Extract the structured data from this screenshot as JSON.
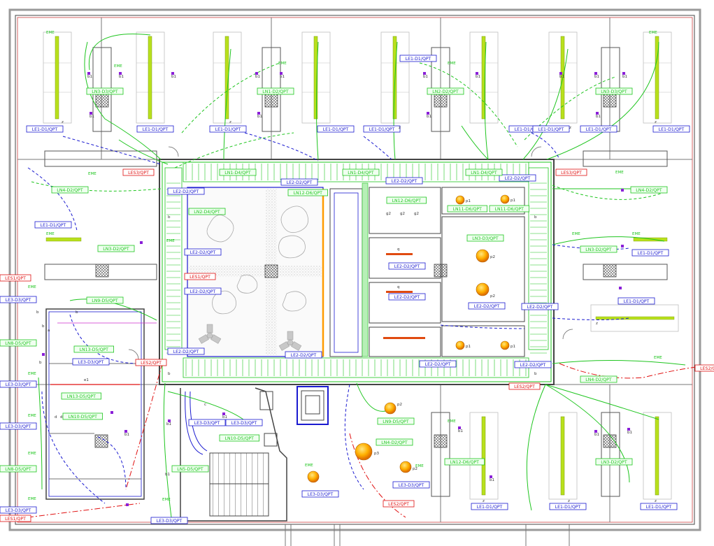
{
  "colors": {
    "blue": "#1a1ad0",
    "green": "#1fc51f",
    "red": "#e01010",
    "lime": "#b8e01c",
    "orange": "#ff9b00",
    "purple": "#8a1fd8",
    "wall": "#555555",
    "grey": "#bfbfbf"
  },
  "labels_blue": [
    "LE1-D1/QPT",
    "LE1-D1/QPT",
    "LE1-D1/QPT",
    "LE1-D1/QPT",
    "LE1-D1/QPT",
    "LE1-D1/QPT",
    "LE1-D1/QPT",
    "LE1-D1/QPT",
    "LE1-D1/QPT",
    "LE1-D1/QPT",
    "LE1-D1/QPT",
    "LE1-D1/QPT",
    "LE1-D1/QPT",
    "LE2-D2/QPT",
    "LE2-D2/QPT",
    "LE2-D2/QPT",
    "LE2-D2/QPT",
    "LE2-D2/QPT",
    "LE2-D2/QPT",
    "LE2-D2/QPT",
    "LE2-D2/QPT",
    "LE2-D2/QPT",
    "LE2-D2/QPT",
    "LE2-D2/QPT",
    "LE2-D2/QPT",
    "LE2-D2/QPT",
    "LE2-D2/QPT",
    "LE3-D3/QPT",
    "LE3-D3/QPT",
    "LE3-D3/QPT",
    "LE3-D3/QPT",
    "LE3-D3/QPT",
    "LE3-D3/QPT",
    "LE3-D3/QPT",
    "LE3-D3/QPT",
    "LE3-D3/QPT",
    "LE3-D3/QPT",
    "LE1-D1/QPT",
    "LE1-D1/QPT",
    "LE1-D1/QPT"
  ],
  "labels_green": [
    "LN3-D3/QPT",
    "LN1-D2/QPT",
    "LN2-D2/QPT",
    "LN3-D3/QPT",
    "LN4-D2/QPT",
    "LN3-D2/QPT",
    "LN2-D4/QPT",
    "LN1-D4/QPT",
    "LN12-D6/QPT",
    "LN1-D4/QPT",
    "LN4-D2/QPT",
    "LN3-D2/QPT",
    "LN11-D6/QPT",
    "LN11-D6/QPT",
    "LN12-D6/QPT",
    "LN1-D4/QPT",
    "LN3-D3/QPT",
    "LN9-D5/QPT",
    "LN8-D5/QPT",
    "LN13-D5/QPT",
    "LN13-D5/QPT",
    "LN10-D5/QPT",
    "LN10-D5/QPT",
    "LN9-D5/QPT",
    "LN4-D2/QPT",
    "LN4-D2/QPT",
    "LN3-D2/QPT",
    "LN12-D6/QPT",
    "LN5-D5/QPT",
    "LN8-D5/QPT"
  ],
  "labels_red": [
    "LES3/QPT",
    "LES3/QPT",
    "LES1/QPT",
    "LES1/QPT",
    "LES2/QPT",
    "LES2/QPT",
    "LES2/QPT",
    "LES1/QPT",
    "LES2/QPT"
  ],
  "symbols": {
    "emergency": "EME",
    "b1": "b1",
    "b": "b",
    "z": "z",
    "p1": "p1",
    "p2": "p2",
    "p3": "p3",
    "g2": "g2",
    "c": "c",
    "q": "q",
    "d": "d",
    "a": "a",
    "e1": "e1"
  }
}
